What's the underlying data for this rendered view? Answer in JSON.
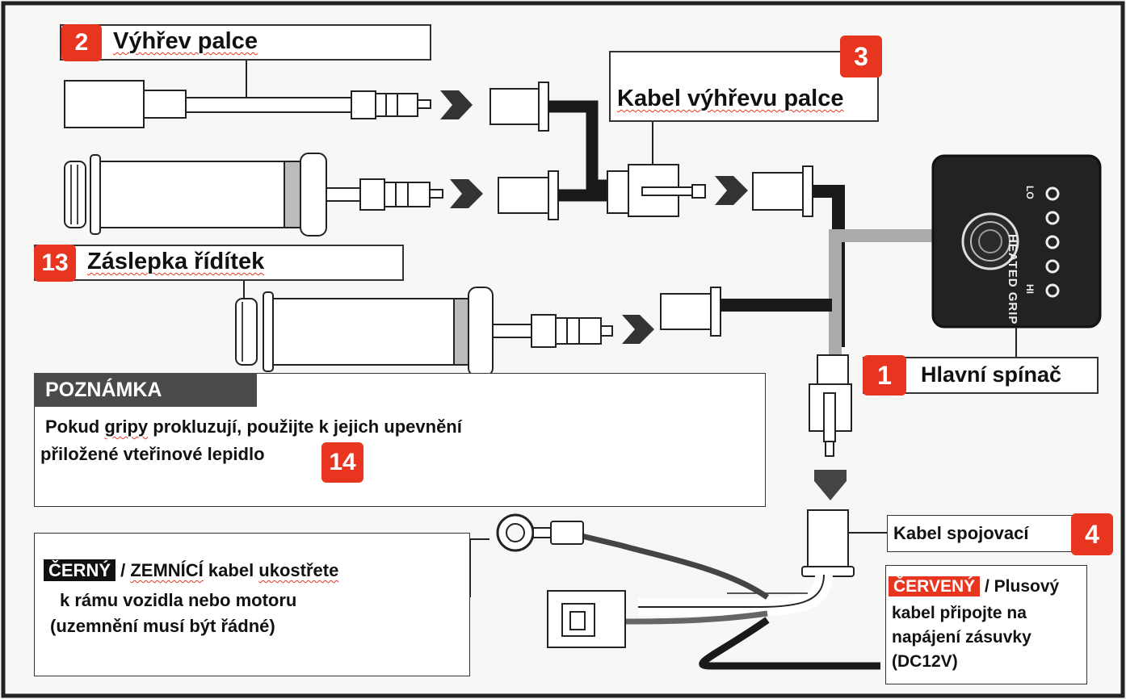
{
  "labels": {
    "thumb_heater": {
      "number": "2",
      "text": "Výhřev palce"
    },
    "thumb_cable": {
      "number": "3",
      "text": "Kabel výhřevu palce"
    },
    "bar_end": {
      "number": "13",
      "text": "Záslepka řídítek"
    },
    "main_switch": {
      "number": "1",
      "text": "Hlavní spínač"
    },
    "connect_cable": {
      "number": "4",
      "text": "Kabel spojovací"
    }
  },
  "switch_panel": {
    "text_top": "HEATED GRIP",
    "lo": "LO",
    "hi": "HI"
  },
  "note": {
    "header": "POZNÁMKA",
    "line1_a": "Pokud ",
    "line1_b": "gripy",
    "line1_c": " prokluzují, použijte k jejich upevnění",
    "line2": "přiložené vteřinové lepidlo",
    "number": "14"
  },
  "ground": {
    "black": "ČERNÝ",
    "slash": " / ",
    "zemnici": "ZEMNÍCÍ",
    "mid": " kabel ",
    "ukostrete": "ukostřete",
    "line2": "k rámu vozidla nebo motoru",
    "line3": "(uzemnění musí být řádné)"
  },
  "positive": {
    "red": "ČERVENÝ",
    "line1_rest": " / Plusový",
    "line2": "kabel připojte na",
    "line3": "napájení zásuvky",
    "line4": "(DC12V)"
  },
  "colors": {
    "accent_red": "#e8351f",
    "dark": "#1a1a1a",
    "panel": "#222222"
  }
}
